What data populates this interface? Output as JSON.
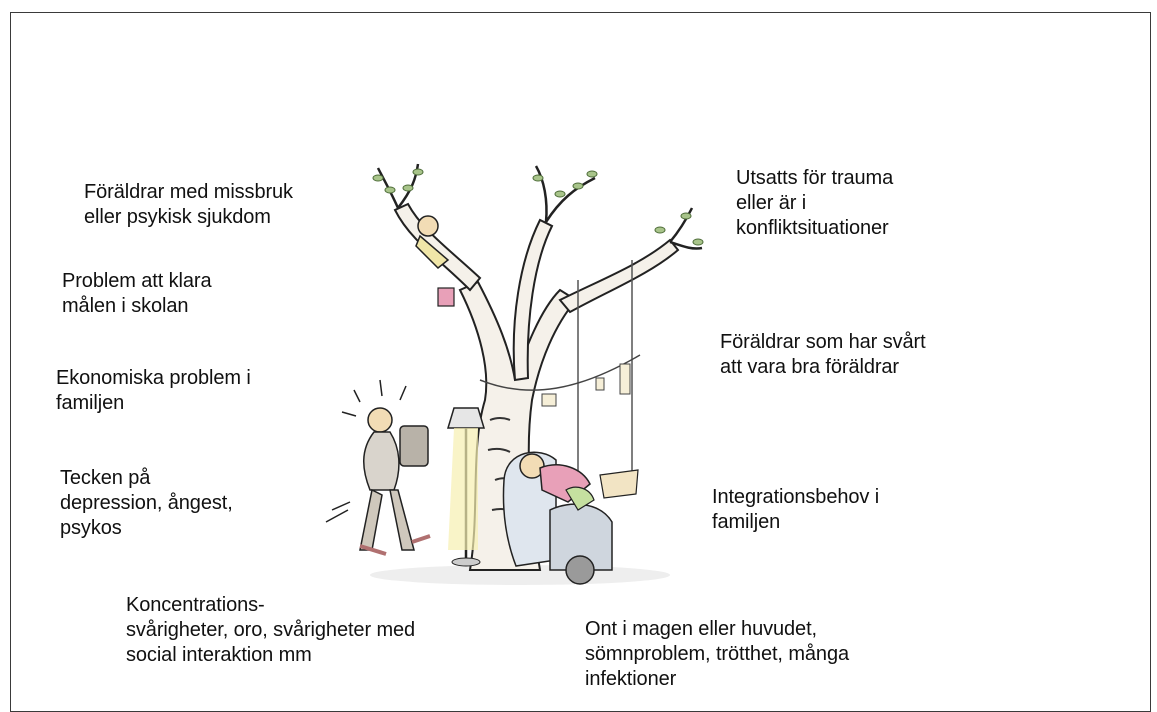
{
  "labels": {
    "parents_addiction": "Föräldrar med missbruk\neller psykisk sjukdom",
    "school_goals": "Problem att klara\nmålen i skolan",
    "economic_problems": "Ekonomiska problem i\nfamiljen",
    "depression_signs": "Tecken på\ndepression, ångest,\npsykos",
    "concentration": "Koncentrations-\nsvårigheter, oro, svårigheter med\nsocial interaktion mm",
    "trauma": "Utsatts för trauma\neller är i\nkonfliktsituationer",
    "parenting_difficulty": "Föräldrar som har svårt\natt vara bra föräldrar",
    "integration_needs": "Integrationsbehov i\nfamiljen",
    "somatic_symptoms": "Ont i magen eller huvudet,\nsömnproblem, trötthet, många\ninfektioner"
  }
}
